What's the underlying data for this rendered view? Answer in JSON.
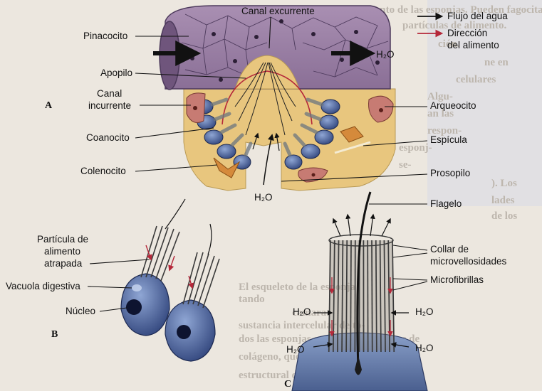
{
  "legend": {
    "water_flow": "Flujo del agua",
    "food_direction_line1": "Dirección",
    "food_direction_line2": "del alimento",
    "water_color": "#111111",
    "food_color": "#b5283a"
  },
  "panel_letters": {
    "a": "A",
    "b": "B",
    "c": "C"
  },
  "labels": {
    "canal_excurrente": "Canal excurrente",
    "pinacocito": "Pinacocito",
    "apopilo": "Apopilo",
    "canal_incurrente_1": "Canal",
    "canal_incurrente_2": "incurrente",
    "coanocito": "Coanocito",
    "colenocito": "Colenocito",
    "arqueocito": "Arqueocito",
    "espicula": "Espícula",
    "prosopilo": "Prosopilo",
    "flagelo": "Flagelo",
    "particula_1": "Partícula de",
    "particula_2": "alimento",
    "particula_3": "atrapada",
    "vacuola": "Vacuola digestiva",
    "nucleo": "Núcleo",
    "collar_1": "Collar de",
    "collar_2": "microvellosidades",
    "microfibrillas": "Microfibrillas",
    "water": "H₂O"
  },
  "background_text": [
    "camento de las esponjas. Pueden fagocitar",
    "partículas de alimento.",
    "ción.",
    "ne en",
    "celulares",
    "Algu-",
    "an las",
    "respon-",
    "esponj-",
    "se-",
    "). Los",
    "lades",
    "de los",
    "colágeno, que es la principal proteína",
    "estructural del reino animal. Además,",
    "tando",
    "dos las esponjas se encuentran fibras de",
    "El esqueleto de la esponja",
    "camara",
    "sustancia intercelular de to-"
  ]
}
